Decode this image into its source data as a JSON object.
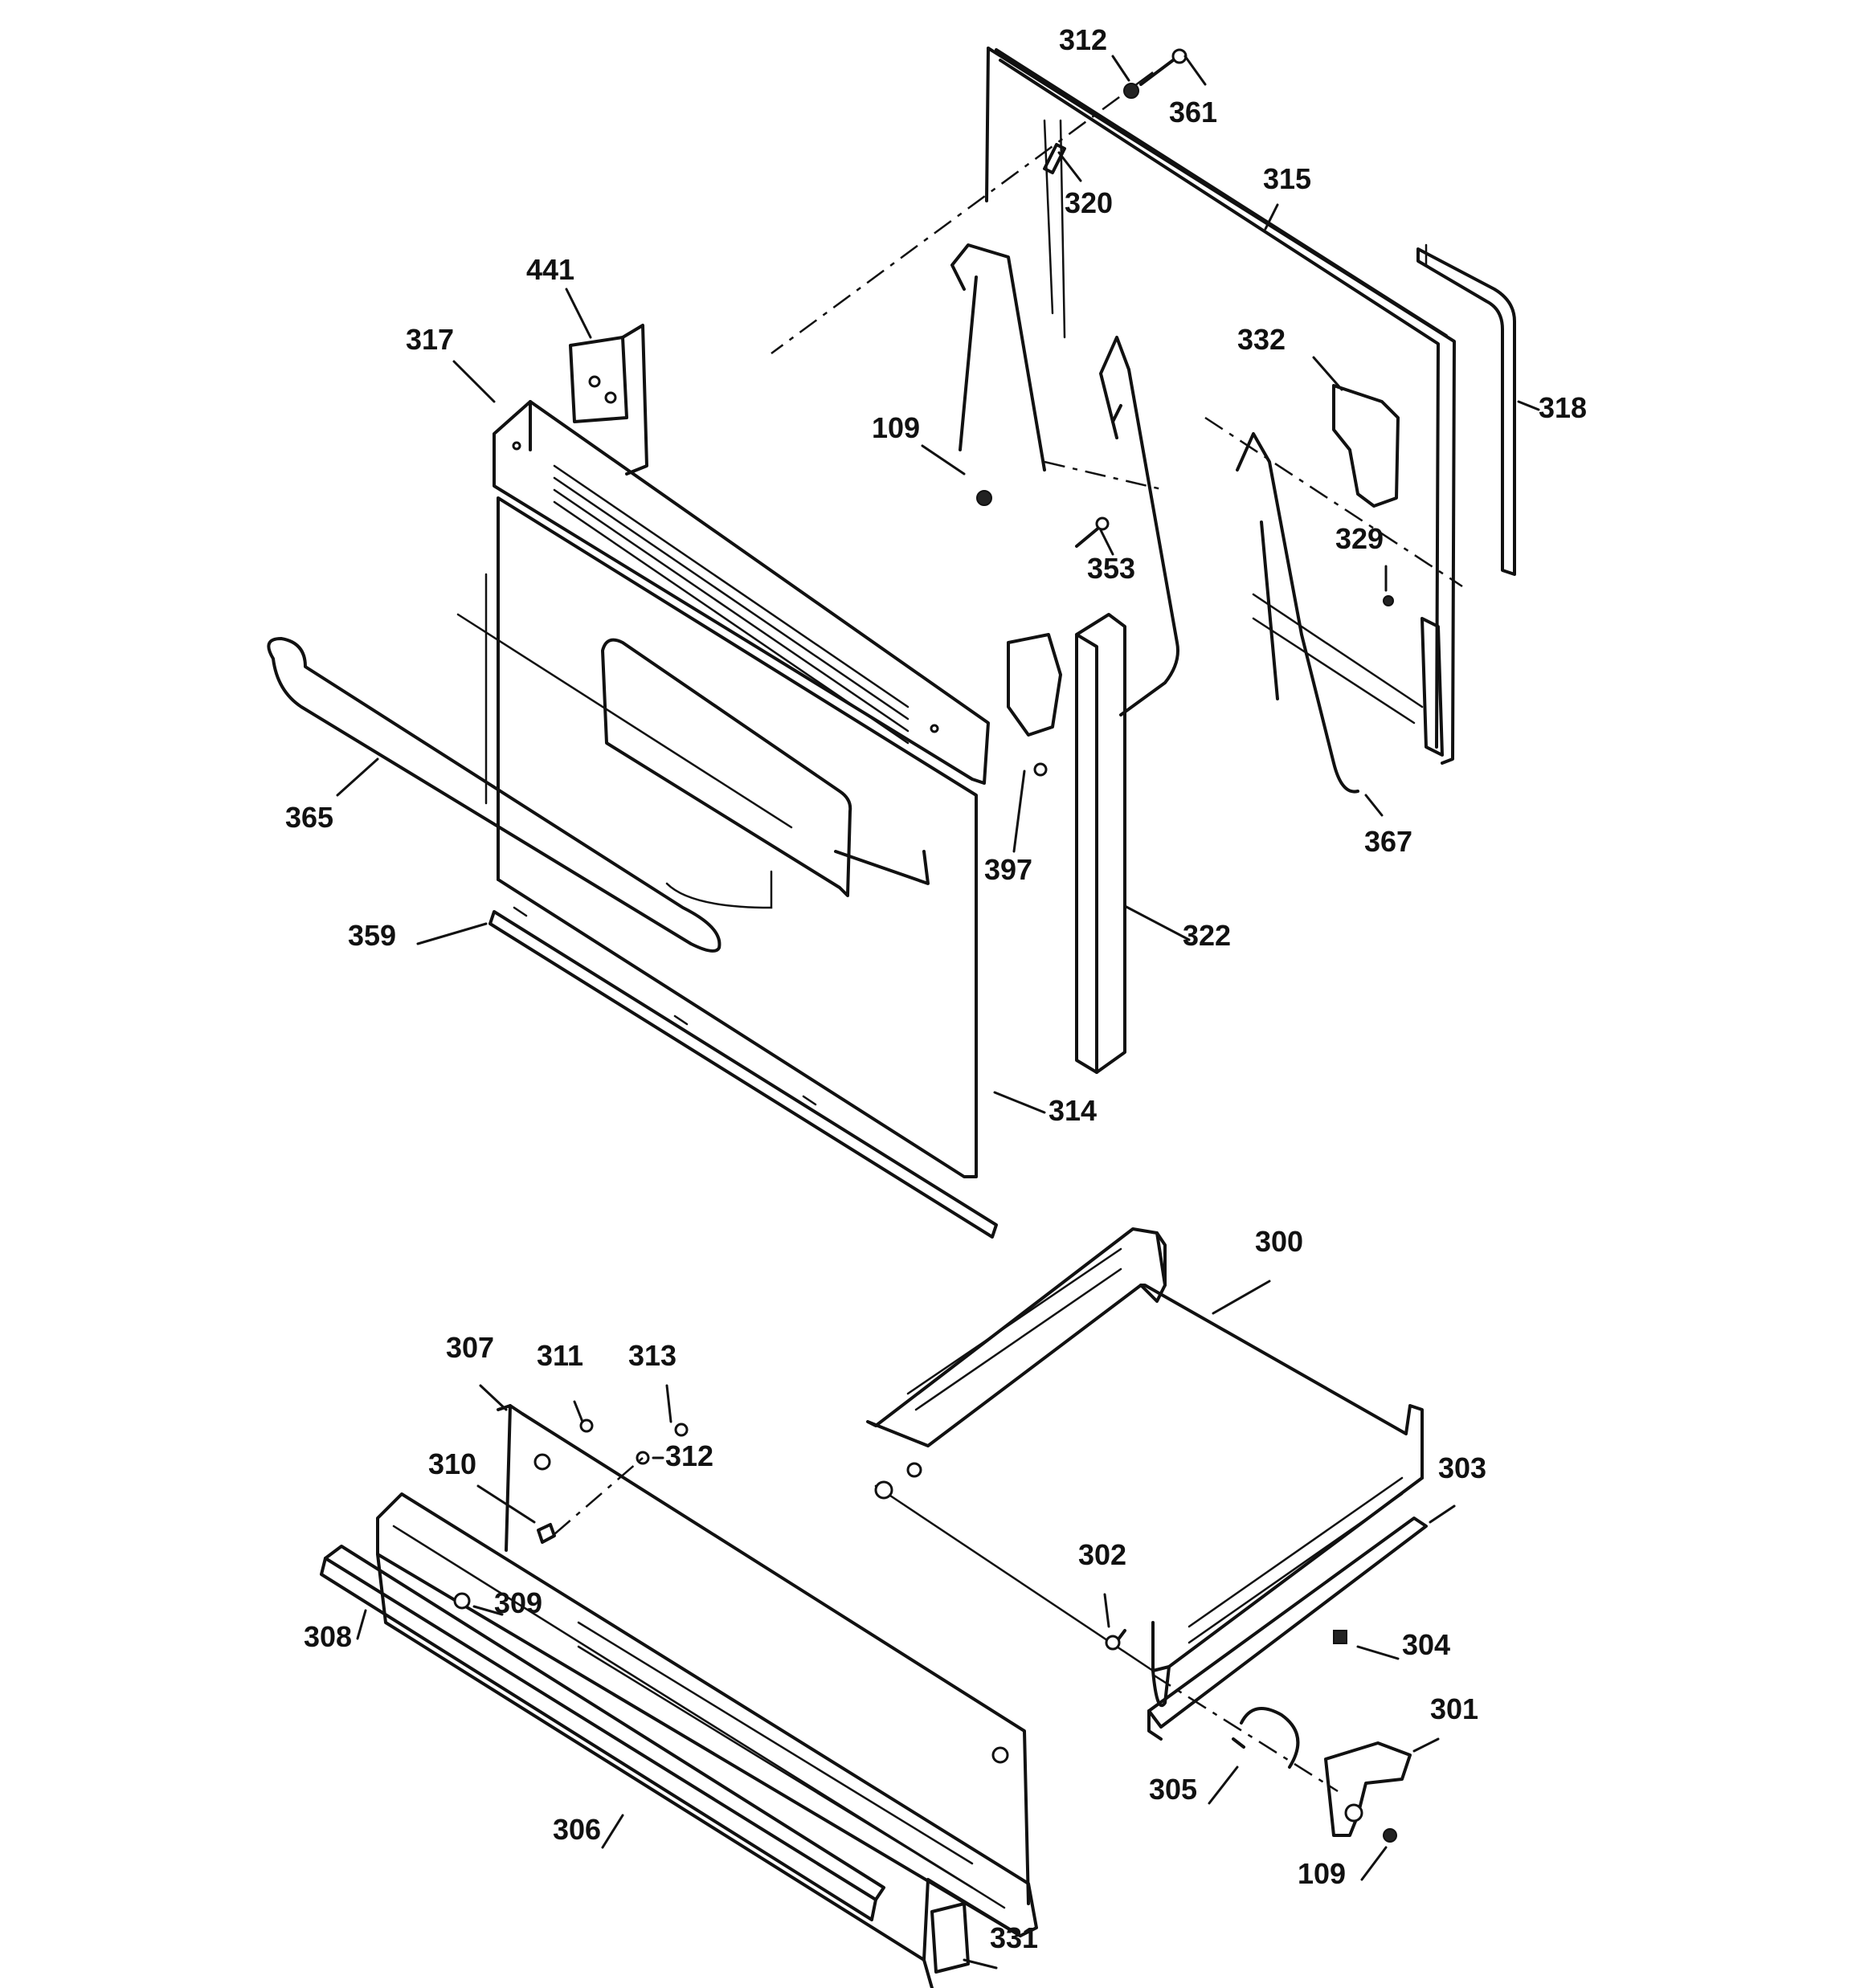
{
  "callouts": [
    {
      "id": "c312a",
      "text": "312"
    },
    {
      "id": "c361",
      "text": "361"
    },
    {
      "id": "c320",
      "text": "320"
    },
    {
      "id": "c315",
      "text": "315"
    },
    {
      "id": "c441",
      "text": "441"
    },
    {
      "id": "c317",
      "text": "317"
    },
    {
      "id": "c332",
      "text": "332"
    },
    {
      "id": "c318",
      "text": "318"
    },
    {
      "id": "c109a",
      "text": "109"
    },
    {
      "id": "c353",
      "text": "353"
    },
    {
      "id": "c329",
      "text": "329"
    },
    {
      "id": "c365",
      "text": "365"
    },
    {
      "id": "c397",
      "text": "397"
    },
    {
      "id": "c367",
      "text": "367"
    },
    {
      "id": "c359",
      "text": "359"
    },
    {
      "id": "c322",
      "text": "322"
    },
    {
      "id": "c314",
      "text": "314"
    },
    {
      "id": "c300",
      "text": "300"
    },
    {
      "id": "c307",
      "text": "307"
    },
    {
      "id": "c311",
      "text": "311"
    },
    {
      "id": "c313",
      "text": "313"
    },
    {
      "id": "c312b",
      "text": "312"
    },
    {
      "id": "c310",
      "text": "310"
    },
    {
      "id": "c303",
      "text": "303"
    },
    {
      "id": "c302",
      "text": "302"
    },
    {
      "id": "c309",
      "text": "309"
    },
    {
      "id": "c308",
      "text": "308"
    },
    {
      "id": "c304",
      "text": "304"
    },
    {
      "id": "c301",
      "text": "301"
    },
    {
      "id": "c305",
      "text": "305"
    },
    {
      "id": "c306",
      "text": "306"
    },
    {
      "id": "c109b",
      "text": "109"
    },
    {
      "id": "c331",
      "text": "331"
    }
  ]
}
